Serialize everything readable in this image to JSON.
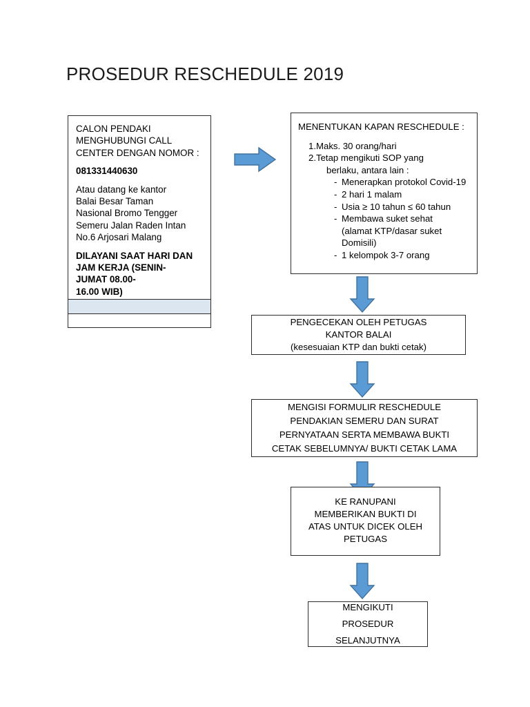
{
  "document": {
    "title": "PROSEDUR RESCHEDULE 2019"
  },
  "colors": {
    "arrow_fill": "#5b9bd5",
    "arrow_stroke": "#41719c",
    "box_border": "#2a2a2a",
    "blank_cell_fill": "#dce6f1",
    "page_background": "#ffffff",
    "text": "#000000"
  },
  "boxes": {
    "call_center": {
      "heading_line_1": "CALON PENDAKI",
      "heading_line_2": "MENGHUBUNGI CALL",
      "heading_line_3": "CENTER DENGAN NOMOR :",
      "phone_number": "081331440630",
      "address_line_1": "Atau datang ke kantor",
      "address_line_2": "Balai Besar Taman",
      "address_line_3": "Nasional Bromo Tengger",
      "address_line_4": "Semeru Jalan Raden Intan",
      "address_line_5": "No.6 Arjosari Malang",
      "hours_line_1": "DILAYANI SAAT HARI DAN",
      "hours_line_2": "JAM KERJA (SENIN-",
      "hours_line_3": "JUMAT 08.00-",
      "hours_line_4": "16.00 WIB)"
    },
    "criteria": {
      "heading": "MENENTUKAN KAPAN RESCHEDULE :",
      "numbered_items": [
        {
          "marker": "1.",
          "text": "Maks. 30 orang/hari"
        },
        {
          "marker": "2.",
          "text": "Tetap mengikuti SOP yang"
        }
      ],
      "item_2_continuation": "berlaku, antara lain :",
      "sub_items": [
        {
          "marker": "-",
          "text": "Menerapkan protokol Covid-19"
        },
        {
          "marker": "-",
          "text": "2 hari 1 malam"
        },
        {
          "marker": "-",
          "text": "Usia ≥ 10 tahun ≤ 60 tahun"
        },
        {
          "marker": "-",
          "text": "Membawa suket sehat"
        },
        {
          "marker": "-",
          "text": "1 kelompok 3-7 orang"
        }
      ],
      "sub_item_4_continuation_1": "(alamat KTP/dasar suket",
      "sub_item_4_continuation_2": "Domisili)"
    },
    "pengecekan": {
      "line_1": "PENGECEKAN OLEH PETUGAS",
      "line_2": "KANTOR BALAI",
      "line_3": "(kesesuaian KTP dan bukti cetak)"
    },
    "formulir": {
      "line_1": "MENGISI FORMULIR RESCHEDULE",
      "line_2": "PENDAKIAN SEMERU DAN SURAT",
      "line_3": "PERNYATAAN SERTA MEMBAWA BUKTI",
      "line_4": "CETAK SEBELUMNYA/ BUKTI CETAK LAMA"
    },
    "ranupani": {
      "line_1": "KE RANUPANI",
      "line_2": "MEMBERIKAN BUKTI DI",
      "line_3": "ATAS UNTUK DICEK OLEH",
      "line_4": "PETUGAS"
    },
    "selanjutnya": {
      "line_1": "MENGIKUTI",
      "line_2": "PROSEDUR",
      "line_3": "SELANJUTNYA"
    }
  },
  "arrows": [
    {
      "name": "arrow-right-call-center-to-criteria",
      "direction": "right"
    },
    {
      "name": "arrow-down-criteria-to-pengecekan",
      "direction": "down"
    },
    {
      "name": "arrow-down-pengecekan-to-formulir",
      "direction": "down"
    },
    {
      "name": "arrow-down-formulir-to-ranupani",
      "direction": "down"
    },
    {
      "name": "arrow-down-ranupani-to-selanjutnya",
      "direction": "down"
    }
  ]
}
